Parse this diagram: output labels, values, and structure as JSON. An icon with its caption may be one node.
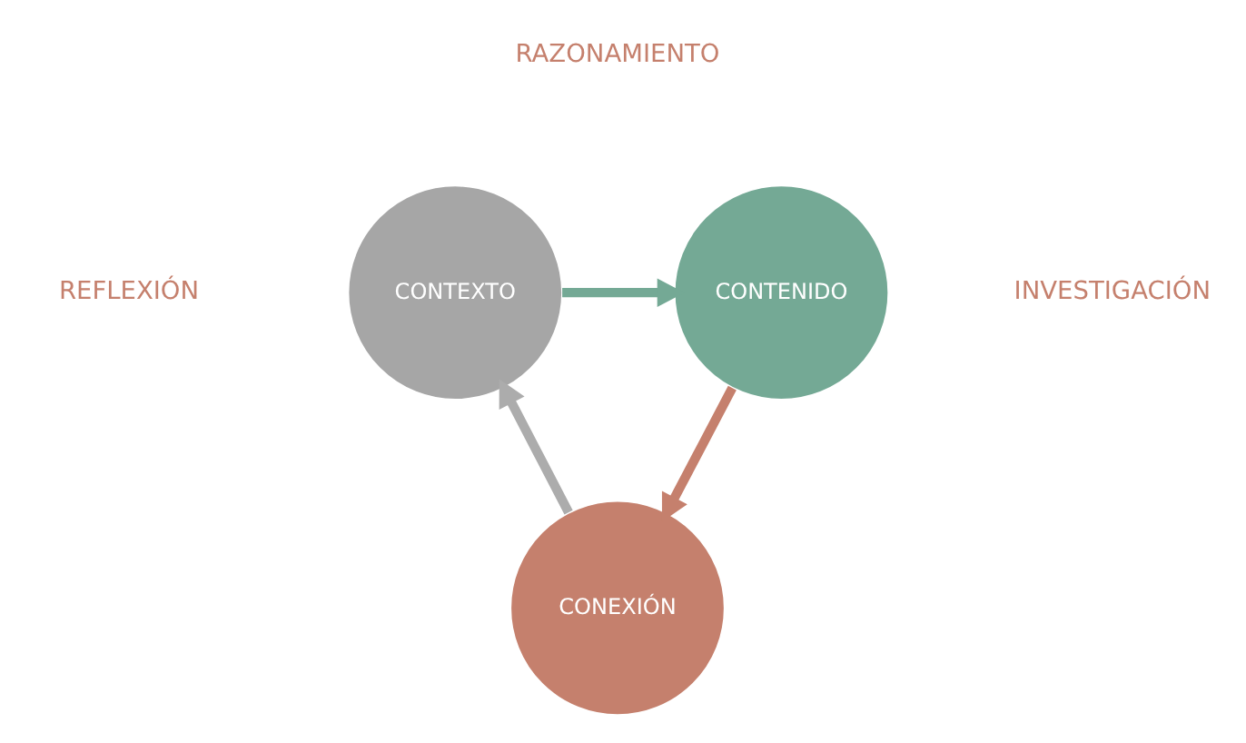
{
  "diagram": {
    "nodes": [
      {
        "text": [
          "CONTEXTO"
        ]
      },
      {
        "text": [
          "CONTENIDO"
        ]
      },
      {
        "text": [
          "CONEXIÓN"
        ]
      }
    ],
    "edges": [
      {
        "from": 0,
        "to": 1,
        "arrow": "to",
        "color": "#74a995"
      },
      {
        "from": 1,
        "to": 2,
        "arrow": "to",
        "color": "#c5806d"
      },
      {
        "from": 2,
        "to": 0,
        "arrow": "to",
        "color": "#acacac"
      }
    ],
    "labels": [
      "RAZONAMIENTO",
      "REFLEXIÓN",
      "INVESTIGACIÓN"
    ]
  }
}
